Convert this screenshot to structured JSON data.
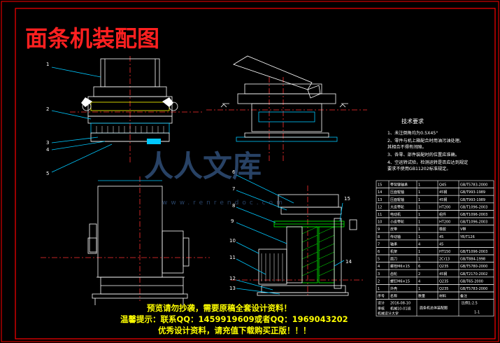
{
  "drawing": {
    "title": "面条机装配图",
    "colors": {
      "background": "#000000",
      "frame": "#ff0000",
      "outline": "#ffffff",
      "centerline": "#ff3030",
      "leader": "#00c8ff",
      "hatch": "#00ff00",
      "highlight_yellow": "#ffff00",
      "title_red": "#ff2020"
    }
  },
  "balloons": [
    "1",
    "2",
    "3",
    "4",
    "5",
    "6",
    "7",
    "8",
    "9",
    "10",
    "11",
    "12",
    "13",
    "14",
    "15"
  ],
  "tech_requirements": {
    "heading": "技术要求",
    "lines": [
      "1、未注倒角均为0.5X45°",
      "2、零件与机上箱配合时用油污油处理。",
      "   其相合不得有间隙。",
      "3、各零、部件装配时的位置应准确。",
      "4、空运转试验，检测运转是否应达到规定",
      "   要求不使用GB11202标准规定。"
    ]
  },
  "parts_table": {
    "rows": [
      {
        "no": "15",
        "name": "带背键轴承",
        "qty": "1",
        "mat": "Q45",
        "std": "GB/T5783-2000"
      },
      {
        "no": "14",
        "name": "压面辊轴",
        "qty": "1",
        "mat": "45钢",
        "std": "GB/T993-1989"
      },
      {
        "no": "13",
        "name": "压面辊轴",
        "qty": "1",
        "mat": "45钢",
        "std": "GB/T993-1989"
      },
      {
        "no": "12",
        "name": "大皮带轮",
        "qty": "1",
        "mat": "HT200",
        "std": "GB/T1096-2003"
      },
      {
        "no": "11",
        "name": "电动机",
        "qty": "1",
        "mat": "组件",
        "std": "GB/T1096-2003"
      },
      {
        "no": "10",
        "name": "小皮带轮",
        "qty": "1",
        "mat": "HT200",
        "std": "GB/T1096-2003"
      },
      {
        "no": "9",
        "name": "皮带",
        "qty": "1",
        "mat": "橡胶",
        "std": "V带"
      },
      {
        "no": "8",
        "name": "传动轴",
        "qty": "1",
        "mat": "45",
        "std": "YB/T126"
      },
      {
        "no": "7",
        "name": "轴承",
        "qty": "4",
        "mat": "45",
        "std": ""
      },
      {
        "no": "6",
        "name": "机架",
        "qty": "1",
        "mat": "HT150",
        "std": "GB/T1096-2003"
      },
      {
        "no": "5",
        "name": "面刀",
        "qty": "1",
        "mat": "2Cr13",
        "std": "GB/T884-1998"
      },
      {
        "no": "4",
        "name": "螺栓M6×15",
        "qty": "6",
        "mat": "Q235",
        "std": "GB/T5780-2000"
      },
      {
        "no": "3",
        "name": "齿轮",
        "qty": "2",
        "mat": "45钢",
        "std": "GB/T2170-2002"
      },
      {
        "no": "2",
        "name": "螺钉M6×15",
        "qty": "4",
        "mat": "Q235",
        "std": "GB/T65-2000"
      },
      {
        "no": "1",
        "name": "外壳",
        "qty": "1",
        "mat": "Q235",
        "std": "GB/T5783-2000"
      }
    ],
    "header": {
      "no": "序号",
      "name": "名称",
      "qty": "数量",
      "mat": "材料",
      "std": "备注"
    },
    "title_block": {
      "drawn_by": "设计",
      "date": "2016-08-10",
      "checked": "审核",
      "school": "机械设计大学",
      "drawing_name": "面条机总体装配图",
      "scale": "比例1:2.5",
      "sheet": "1-1",
      "class": "机械10-01班"
    }
  },
  "logo": {
    "text": "人人文库",
    "url": "www.renrendoc.com"
  },
  "watermark": {
    "line1": "预览请勿抄袭，需要原稿全套设计资料！",
    "line2": "温馨提示：联系QQ：1459919609或者QQ：1969043202",
    "line3": "优秀设计资料，请充值下载购买正版！！！"
  }
}
